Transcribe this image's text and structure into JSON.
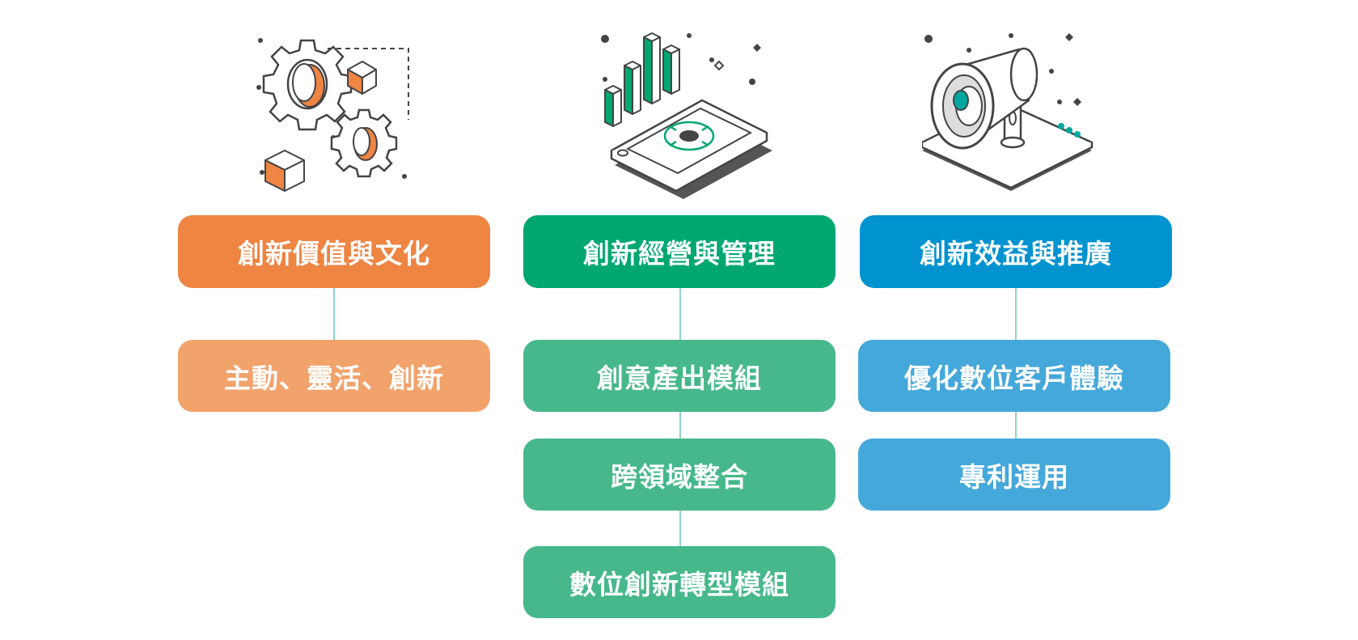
{
  "columns": [
    {
      "id": "culture",
      "icon": "gears-icon",
      "header": "創新價值與文化",
      "header_color": "#ee8543",
      "item_color": "#f2a26b",
      "items": [
        "主動、靈活、創新"
      ]
    },
    {
      "id": "management",
      "icon": "phone-chart-icon",
      "header": "創新經營與管理",
      "header_color": "#00a771",
      "item_color": "#46b88b",
      "items": [
        "創意產出模組",
        "跨領域整合",
        "數位創新轉型模組"
      ]
    },
    {
      "id": "promotion",
      "icon": "megaphone-icon",
      "header": "創新效益與推廣",
      "header_color": "#0093d0",
      "item_color": "#45a8da",
      "items": [
        "優化數位客戶體驗",
        "專利運用"
      ]
    }
  ]
}
